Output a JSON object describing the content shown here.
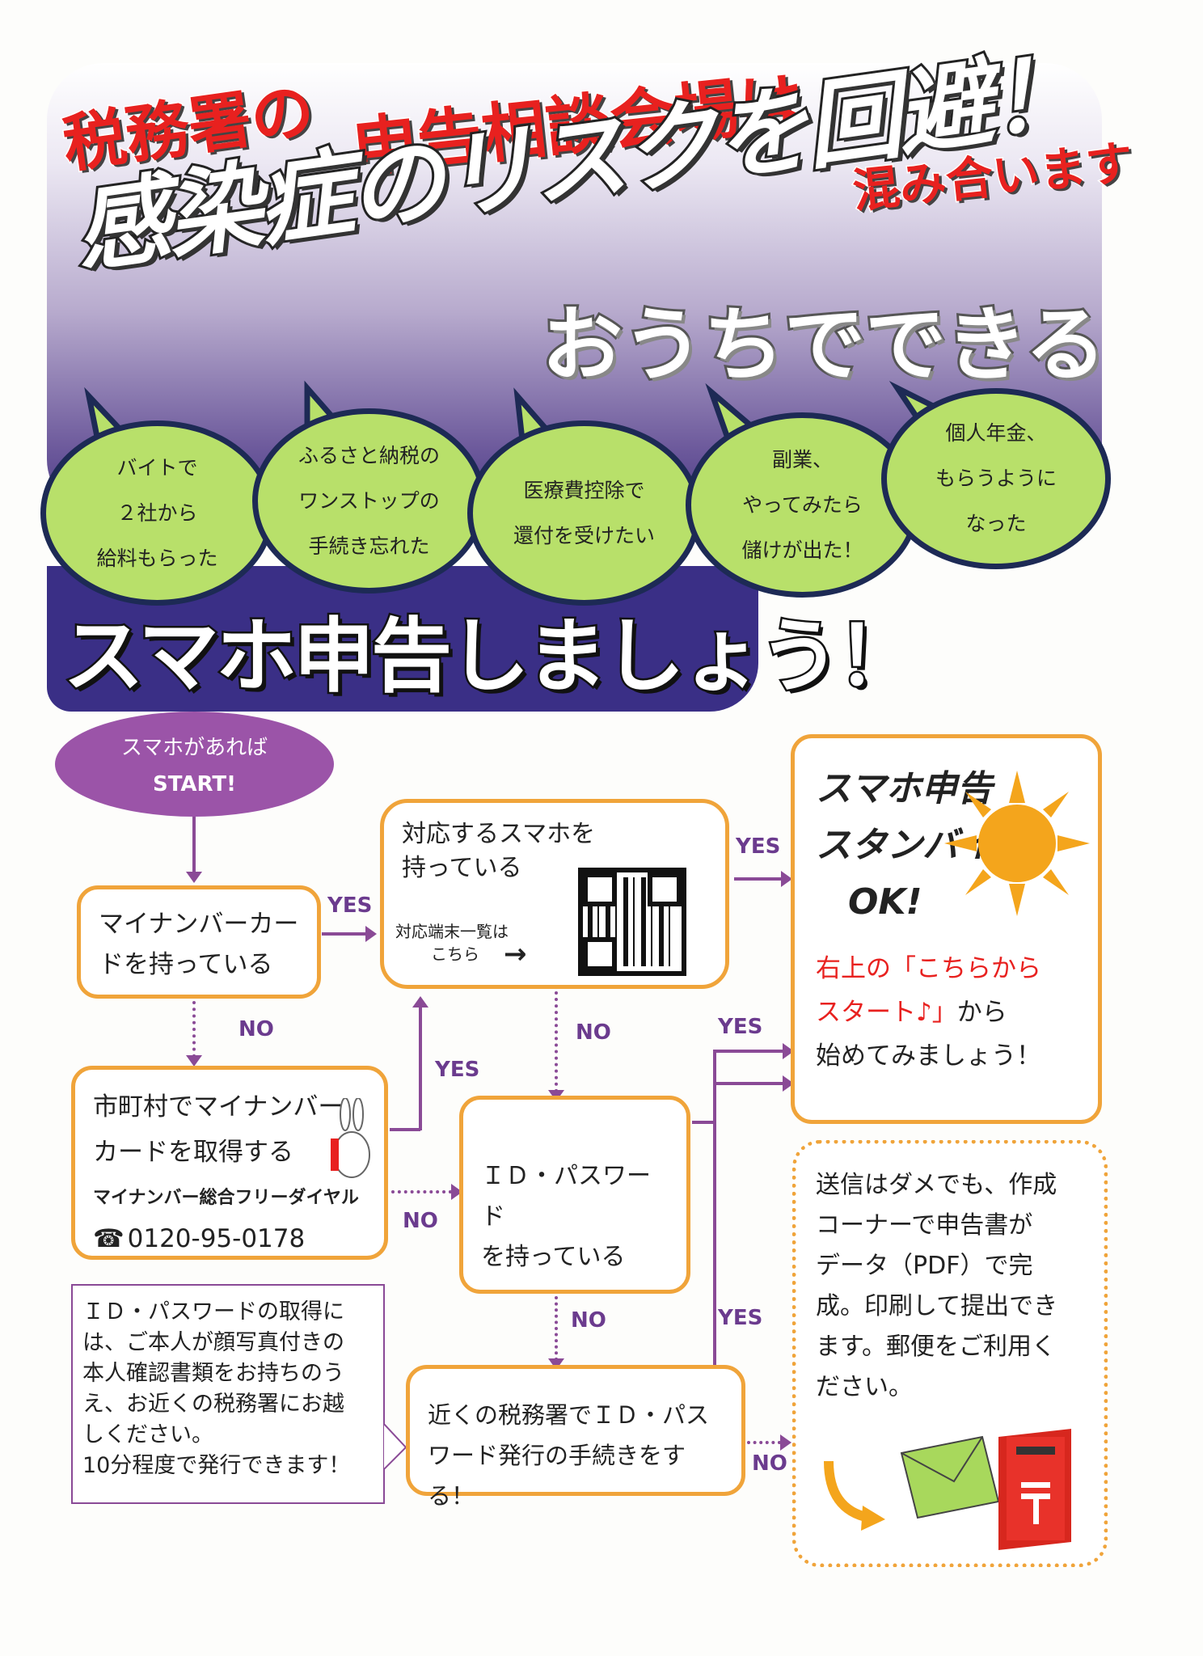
{
  "header": {
    "line1": "税務署の",
    "line2": "申告相談会場は",
    "line3": "混み合います",
    "line4": "感染症のリスクを回避！",
    "line5": "おうちでできる"
  },
  "bubbles": [
    {
      "lines": [
        "バイトで",
        "２社から",
        "給料もらった"
      ]
    },
    {
      "lines": [
        "ふるさと納税の",
        "ワンストップの",
        "手続き忘れた"
      ]
    },
    {
      "lines": [
        "医療費控除で",
        "還付を受けたい"
      ]
    },
    {
      "lines": [
        "副業、",
        "やってみたら",
        "儲けが出た！"
      ]
    },
    {
      "lines": [
        "個人年金、",
        "もらうように",
        "なった"
      ]
    }
  ],
  "cta": "スマホ申告しましょう！",
  "flow": {
    "start_line1": "スマホがあれば",
    "start_line2": "START!",
    "mynumber_card": [
      "マイナンバーカー",
      "ドを持っている"
    ],
    "smartphone": [
      "対応するスマホを",
      "持っている"
    ],
    "device_list": [
      "対応端末一覧は",
      "こちら"
    ],
    "obtain_card": [
      "市町村でマイナンバー",
      "カードを取得する"
    ],
    "freedial_name": "マイナンバー総合フリーダイヤル",
    "freedial_number": "0120-95-0178",
    "id_password": [
      "ＩＤ・パスワード",
      "を持っている"
    ],
    "id_note": [
      "ＩＤ・パスワードの取得に",
      "は、ご本人が顔写真付きの",
      "本人確認書類をお持ちのう",
      "え、お近くの税務署にお越",
      "しください。",
      "10分程度で発行できます！"
    ],
    "tax_office": [
      "近くの税務署でＩＤ・パス",
      "ワード発行の手続きをする！"
    ],
    "ready_title1": "スマホ申告",
    "ready_title2": "スタンバイ",
    "ready_title3": "OK!",
    "ready_red": [
      "右上の「こちらから",
      "スタート♪」"
    ],
    "ready_tail1": "から",
    "ready_tail2": "始めてみましょう！",
    "pdf_note": [
      "送信はダメでも、作成",
      "コーナーで申告書が",
      "データ（PDF）で完",
      "成。印刷して提出でき",
      "ます。郵便をご利用く",
      "ださい。"
    ],
    "yes": "YES",
    "no": "NO"
  },
  "colors": {
    "accent_orange": "#f0a43a",
    "bubble_green": "#b8e06a",
    "purple": "#3a2f86",
    "red": "#e8211f"
  }
}
